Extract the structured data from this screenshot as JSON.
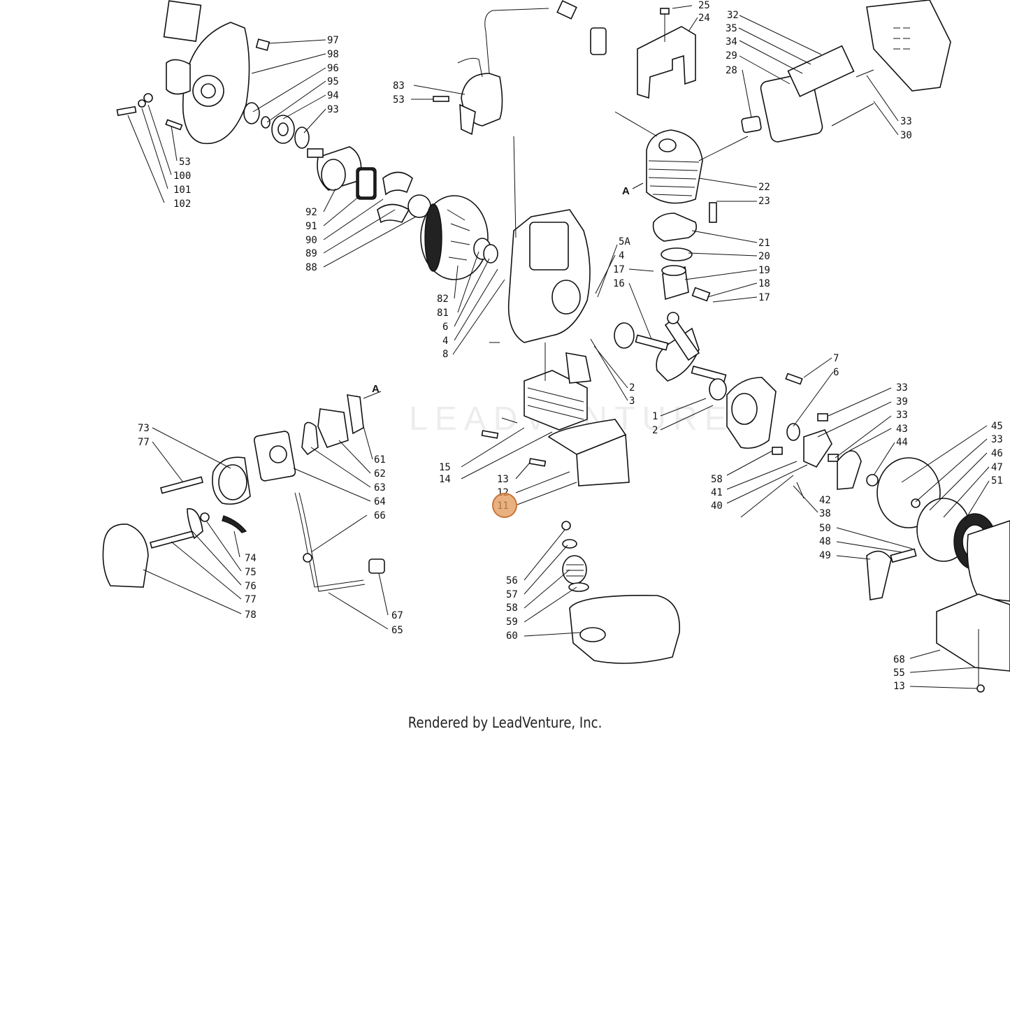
{
  "diagram": {
    "watermark": "LEADVENTURE",
    "credit": "Rendered by LeadVenture, Inc.",
    "highlight": {
      "part": "11"
    },
    "labels": [
      "97",
      "98",
      "96",
      "95",
      "94",
      "93",
      "53",
      "100",
      "101",
      "102",
      "92",
      "91",
      "90",
      "89",
      "88",
      "83",
      "53",
      "82",
      "81",
      "6",
      "4",
      "8",
      "25",
      "24",
      "32",
      "35",
      "34",
      "29",
      "28",
      "33",
      "30",
      "22",
      "23",
      "21",
      "20",
      "19",
      "18",
      "17",
      "17",
      "16",
      "5A",
      "4",
      "2",
      "3",
      "1",
      "2",
      "7",
      "6",
      "33",
      "39",
      "33",
      "43",
      "44",
      "45",
      "33",
      "46",
      "47",
      "51",
      "58",
      "41",
      "40",
      "42",
      "38",
      "50",
      "48",
      "49",
      "68",
      "55",
      "13",
      "73",
      "77",
      "61",
      "62",
      "63",
      "64",
      "66",
      "74",
      "75",
      "76",
      "77",
      "78",
      "67",
      "65",
      "15",
      "14",
      "13",
      "12",
      "11",
      "56",
      "57",
      "58",
      "59",
      "60"
    ],
    "letters": [
      "A",
      "A"
    ]
  }
}
